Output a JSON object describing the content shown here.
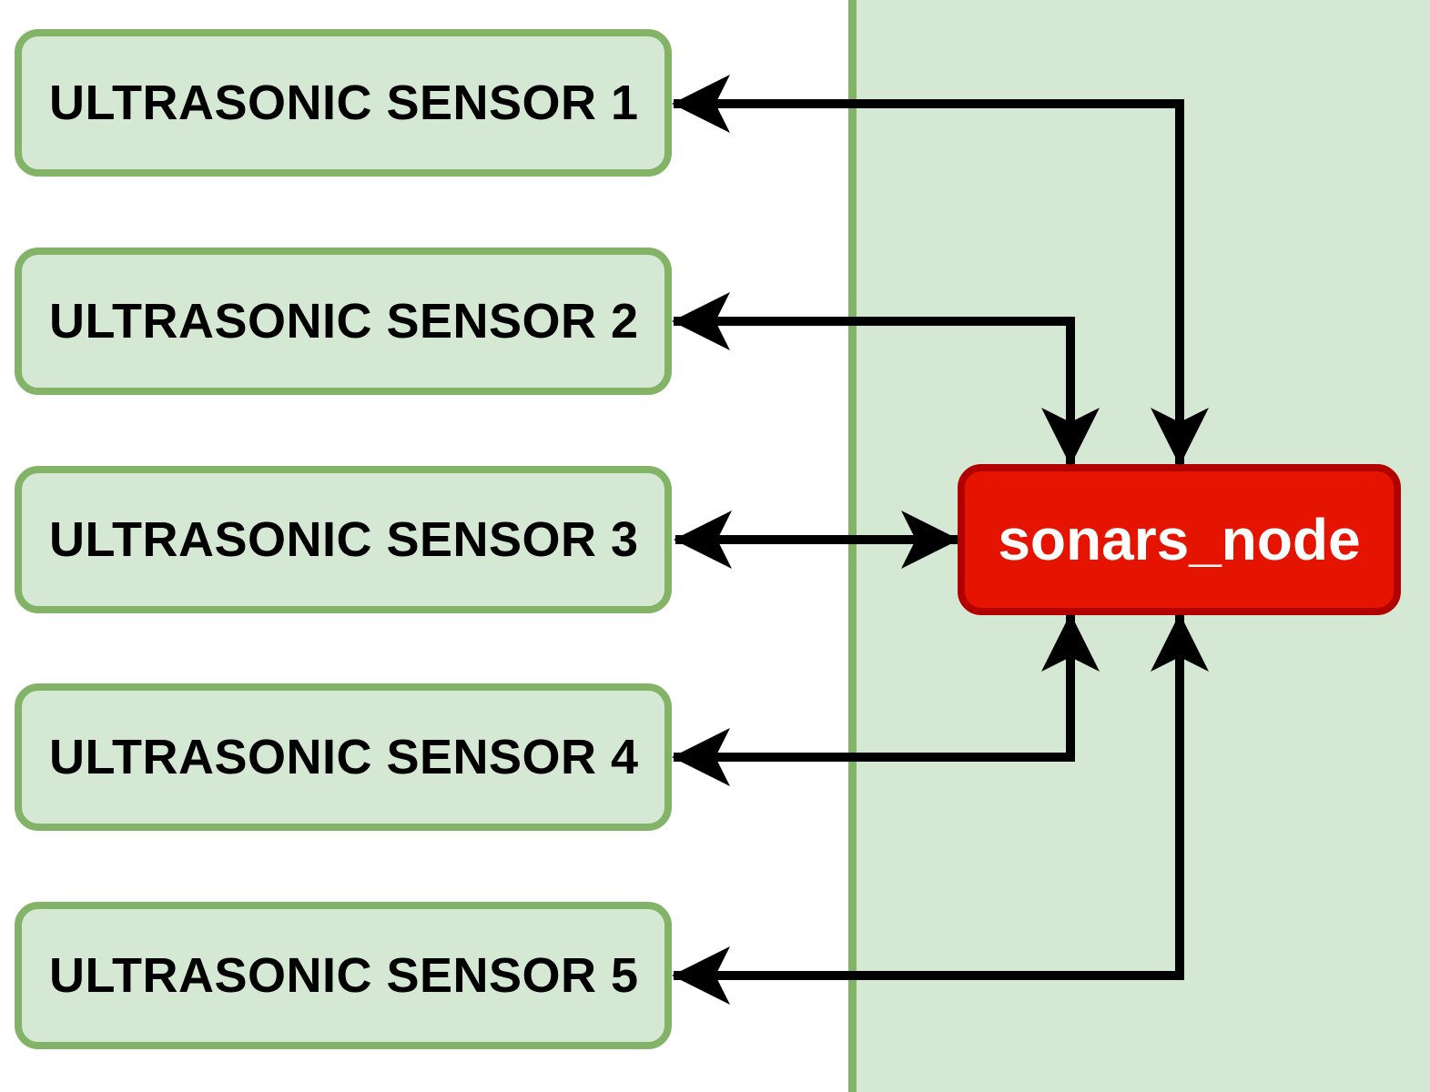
{
  "diagram": {
    "sensors": [
      {
        "label": "ULTRASONIC SENSOR 1"
      },
      {
        "label": "ULTRASONIC SENSOR 2"
      },
      {
        "label": "ULTRASONIC SENSOR 3"
      },
      {
        "label": "ULTRASONIC SENSOR 4"
      },
      {
        "label": "ULTRASONIC SENSOR 5"
      }
    ],
    "node": {
      "label": "sonars_node"
    },
    "connections": [
      {
        "from": "ULTRASONIC SENSOR 1",
        "to": "sonars_node",
        "direction": "bidirectional"
      },
      {
        "from": "ULTRASONIC SENSOR 2",
        "to": "sonars_node",
        "direction": "bidirectional"
      },
      {
        "from": "ULTRASONIC SENSOR 3",
        "to": "sonars_node",
        "direction": "bidirectional"
      },
      {
        "from": "ULTRASONIC SENSOR 4",
        "to": "sonars_node",
        "direction": "bidirectional"
      },
      {
        "from": "ULTRASONIC SENSOR 5",
        "to": "sonars_node",
        "direction": "bidirectional"
      }
    ],
    "colors": {
      "sensor_fill": "#d5e8d4",
      "sensor_stroke": "#82b366",
      "node_fill": "#e51400",
      "node_stroke": "#b20000",
      "node_text": "#ffffff",
      "region_fill": "#d5e8d4",
      "connector": "#000000"
    }
  }
}
